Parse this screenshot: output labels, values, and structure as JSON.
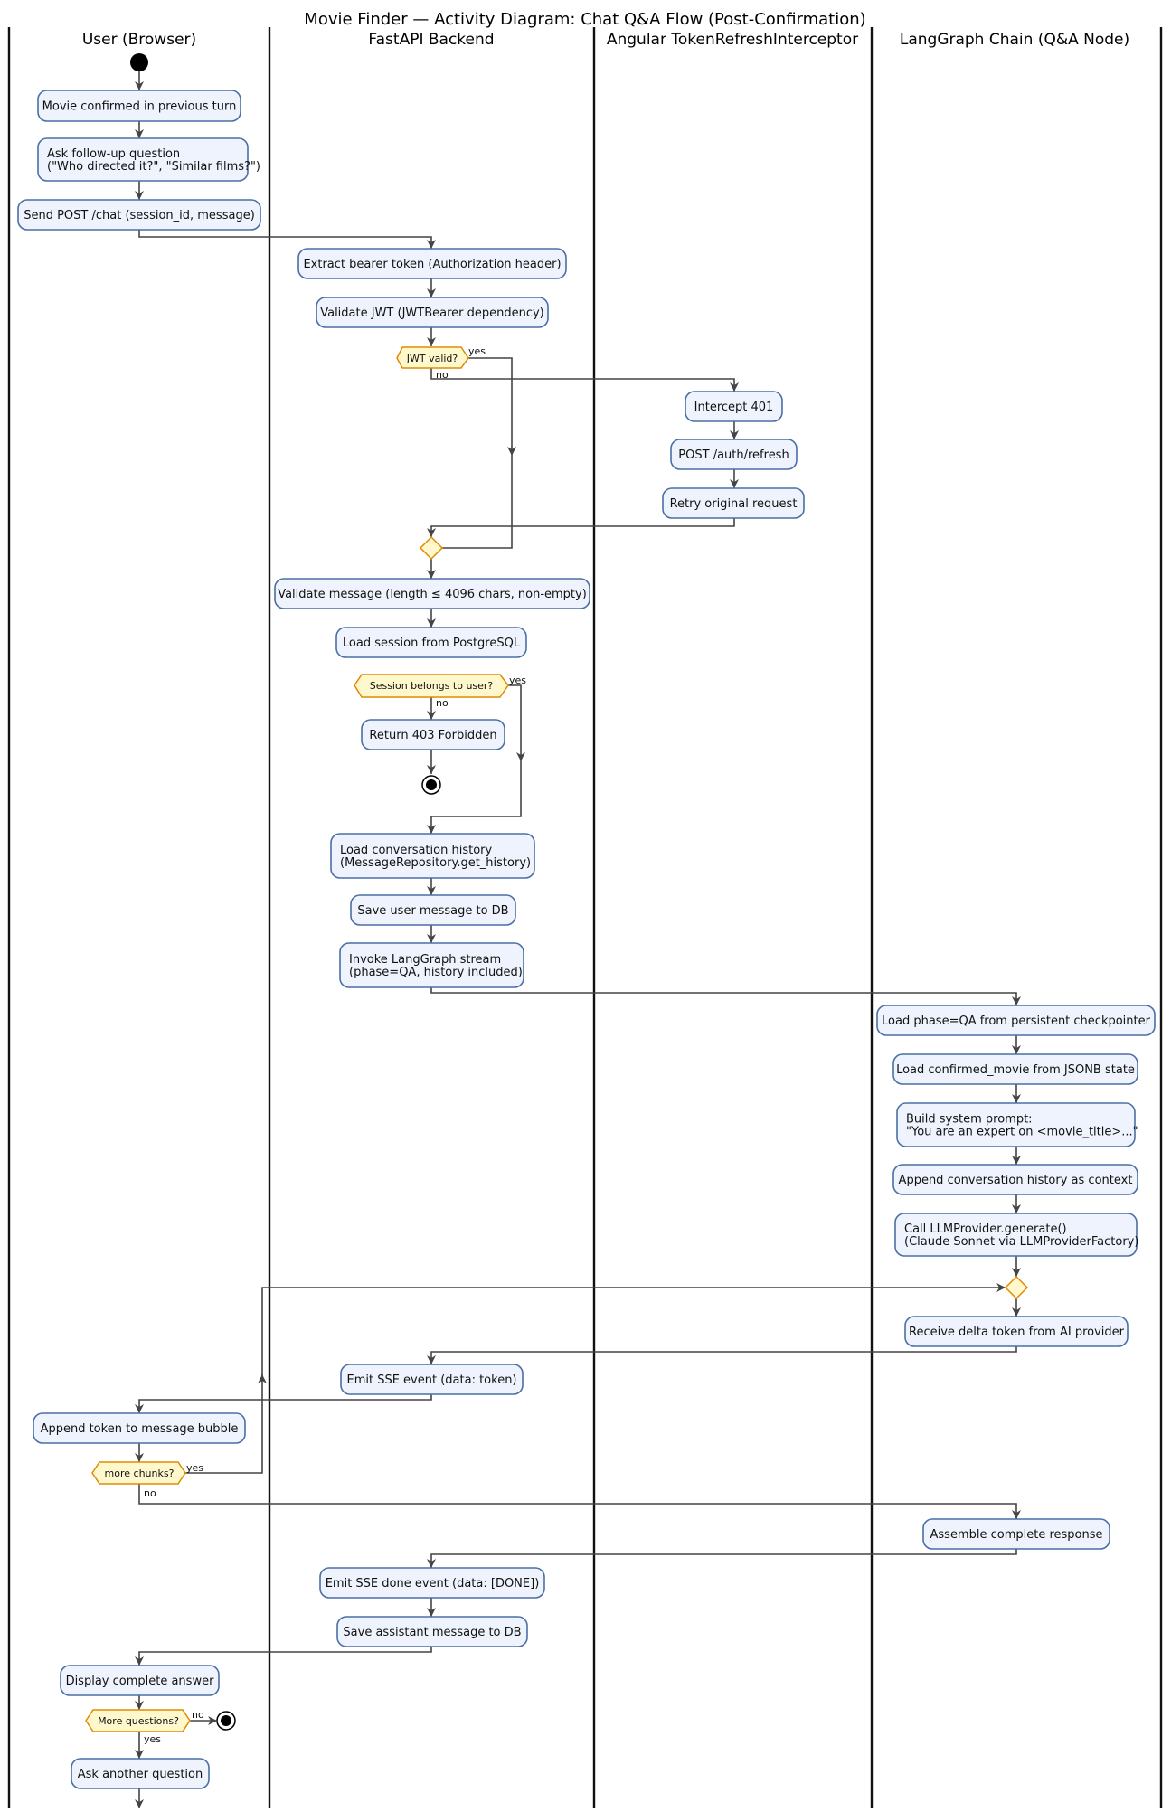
{
  "diagram": {
    "title": "Movie Finder — Activity Diagram: Chat Q&A Flow (Post-Confirmation)",
    "lanes": [
      "User (Browser)",
      "FastAPI Backend",
      "Angular TokenRefreshInterceptor",
      "LangGraph Chain (Q&A Node)"
    ],
    "activities": {
      "movie_confirmed": [
        "Movie confirmed in previous turn"
      ],
      "ask_followup": [
        "Ask follow-up question",
        "(\"Who directed it?\", \"Similar films?\")"
      ],
      "send_post": [
        "Send POST /chat (session_id, message)"
      ],
      "extract_token": [
        "Extract bearer token (Authorization header)"
      ],
      "validate_jwt": [
        "Validate JWT (JWTBearer dependency)"
      ],
      "intercept_401": [
        "Intercept 401"
      ],
      "post_refresh": [
        "POST /auth/refresh"
      ],
      "retry_request": [
        "Retry original request"
      ],
      "validate_message": [
        "Validate message (length ≤ 4096 chars, non-empty)"
      ],
      "load_session": [
        "Load session from PostgreSQL"
      ],
      "return_403": [
        "Return 403 Forbidden"
      ],
      "load_history": [
        "Load conversation history",
        "(MessageRepository.get_history)"
      ],
      "save_user_msg": [
        "Save user message to DB"
      ],
      "invoke_stream": [
        "Invoke LangGraph stream",
        "(phase=QA, history included)"
      ],
      "load_phase": [
        "Load phase=QA from persistent checkpointer"
      ],
      "load_confirmed": [
        "Load confirmed_movie from JSONB state"
      ],
      "build_prompt": [
        "Build system prompt:",
        "\"You are an expert on <movie_title>...\""
      ],
      "append_history": [
        "Append conversation history as context"
      ],
      "call_llm": [
        "Call LLMProvider.generate()",
        "(Claude Sonnet via LLMProviderFactory)"
      ],
      "receive_delta": [
        "Receive delta token from AI provider"
      ],
      "emit_sse": [
        "Emit SSE event (data: token)"
      ],
      "append_token": [
        "Append token to message bubble"
      ],
      "assemble": [
        "Assemble complete response"
      ],
      "emit_done": [
        "Emit SSE done event (data: [DONE])"
      ],
      "save_assistant": [
        "Save assistant message to DB"
      ],
      "display_answer": [
        "Display complete answer"
      ],
      "ask_another": [
        "Ask another question"
      ]
    },
    "decisions": {
      "jwt_valid": "JWT valid?",
      "session_belongs": "Session belongs to user?",
      "more_chunks": "more chunks?",
      "more_questions": "More questions?"
    },
    "guards": {
      "yes": "yes",
      "no": "no"
    },
    "colors": {
      "activity_fill": "#eef3fd",
      "activity_border": "#4a6fa5",
      "decision_fill": "#fff8cc",
      "decision_border": "#e08a00",
      "line": "#444444"
    }
  }
}
